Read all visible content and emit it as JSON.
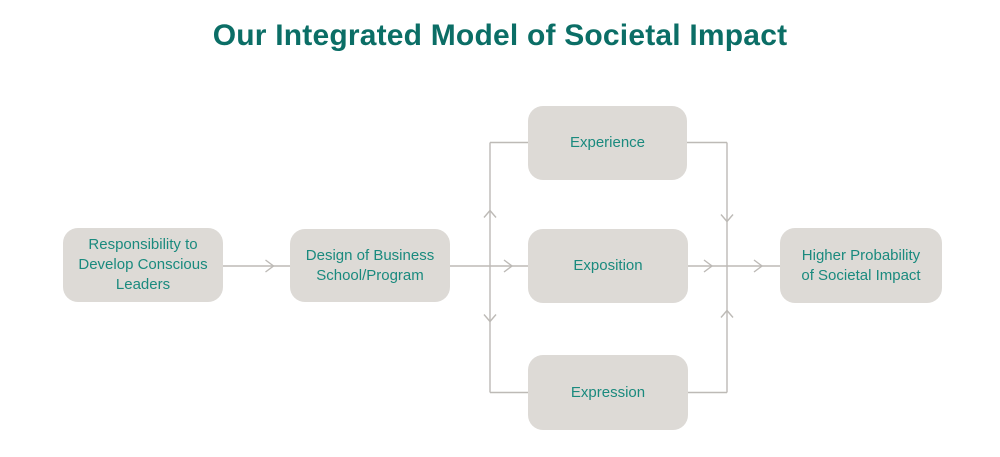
{
  "title": "Our Integrated Model of Societal Impact",
  "colors": {
    "title": "#0B6E66",
    "node_text": "#1A8A7E",
    "node_fill": "#DDDAD6",
    "connector": "#BDBAB6",
    "background": "#FFFFFF"
  },
  "diagram": {
    "type": "flowchart",
    "direction": "left-to-right",
    "nodes": [
      {
        "id": "responsibility",
        "label": "Responsibility to Develop Conscious Leaders"
      },
      {
        "id": "design",
        "label": "Design of Business School/Program"
      },
      {
        "id": "experience",
        "label": "Experience"
      },
      {
        "id": "exposition",
        "label": "Exposition"
      },
      {
        "id": "expression",
        "label": "Expression"
      },
      {
        "id": "impact",
        "label": "Higher Probability of Societal Impact"
      }
    ],
    "edges": [
      {
        "from": "responsibility",
        "to": "design"
      },
      {
        "from": "design",
        "to": "experience"
      },
      {
        "from": "design",
        "to": "exposition"
      },
      {
        "from": "design",
        "to": "expression"
      },
      {
        "from": "experience",
        "to": "impact"
      },
      {
        "from": "exposition",
        "to": "impact"
      },
      {
        "from": "expression",
        "to": "impact"
      }
    ]
  }
}
